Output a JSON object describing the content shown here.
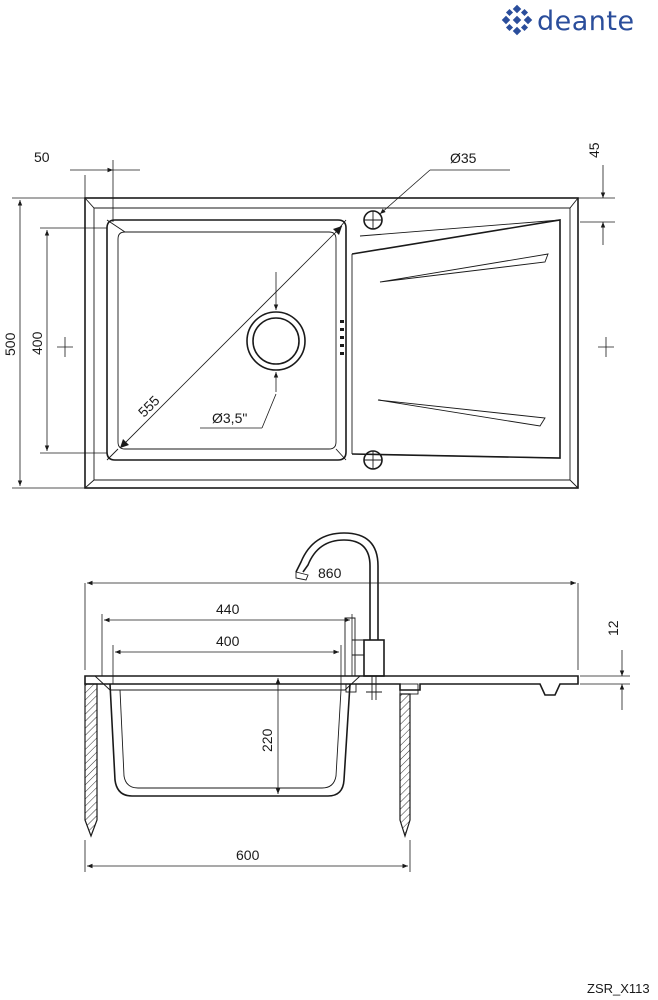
{
  "brand": {
    "name": "deante",
    "color": "#2a4d9b",
    "logo_icon": "deante-snowflake-logo"
  },
  "drawing_code": "ZSR_X113",
  "top_view": {
    "dim_left_offset": "50",
    "dim_tap_hole": "Ø35",
    "dim_top_offset": "45",
    "dim_total_depth": "500",
    "dim_bowl_depth": "400",
    "dim_diagonal": "555",
    "dim_drain": "Ø3,5\""
  },
  "side_view": {
    "dim_total_width": "860",
    "dim_bowl_outer": "440",
    "dim_bowl_inner": "400",
    "dim_thickness": "12",
    "dim_bowl_height": "220",
    "dim_cabinet": "600"
  }
}
